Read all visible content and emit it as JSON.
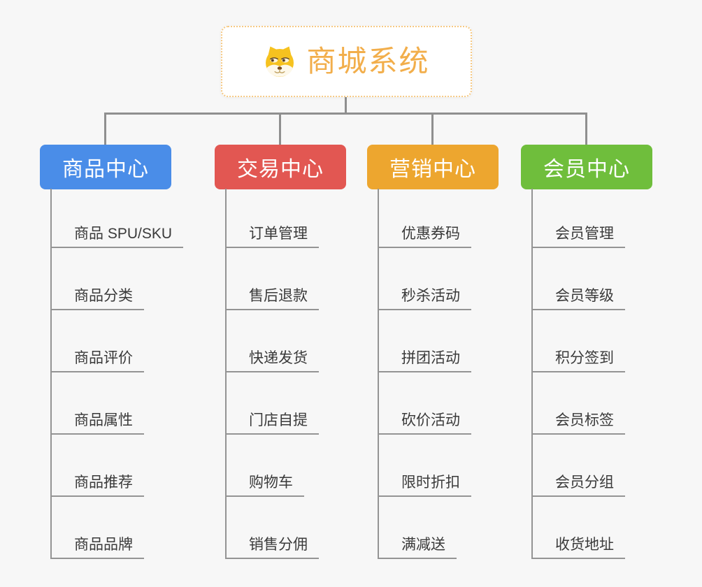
{
  "page": {
    "background_color": "#f7f7f7",
    "connector_color": "#8f8f8f"
  },
  "root": {
    "title": "商城系统",
    "icon": "dog-face-icon",
    "title_color": "#f2ae4b",
    "border_color": "#f6c983"
  },
  "branches": [
    {
      "label": "商品中心",
      "color": "#4a8de8",
      "items": [
        "商品 SPU/SKU",
        "商品分类",
        "商品评价",
        "商品属性",
        "商品推荐",
        "商品品牌"
      ]
    },
    {
      "label": "交易中心",
      "color": "#e25752",
      "items": [
        "订单管理",
        "售后退款",
        "快递发货",
        "门店自提",
        "购物车",
        "销售分佣"
      ]
    },
    {
      "label": "营销中心",
      "color": "#eda62f",
      "items": [
        "优惠券码",
        "秒杀活动",
        "拼团活动",
        "砍价活动",
        "限时折扣",
        "满减送"
      ]
    },
    {
      "label": "会员中心",
      "color": "#6fbe3c",
      "items": [
        "会员管理",
        "会员等级",
        "积分签到",
        "会员标签",
        "会员分组",
        "收货地址"
      ]
    }
  ]
}
